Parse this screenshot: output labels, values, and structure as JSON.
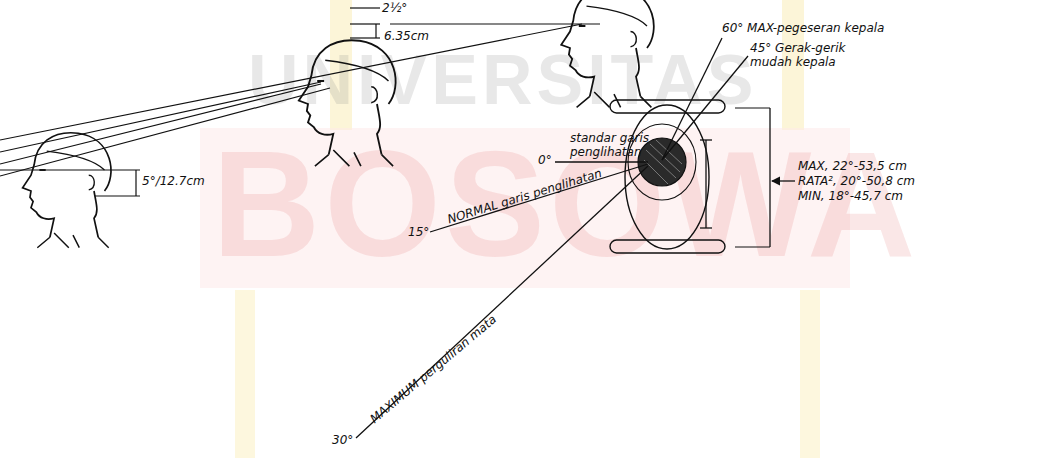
{
  "diagram": {
    "labels": [
      "2½°",
      "6.35cm",
      "5°/12.7cm",
      "60° MAX-pegeseran kepala",
      "45° Gerak-gerik mudah kepala",
      "UNIVERSITAS",
      "standar garis penglihatan",
      "0°",
      "MAX, 22°-53,5 cm",
      "RATA², 20°-50,8 cm",
      "MIN, 18°-45,7 cm",
      "BOSOWA",
      "15°",
      "NORMAL garis penglihatan",
      "30°",
      "MAXIMUM perguliran mata"
    ]
  }
}
